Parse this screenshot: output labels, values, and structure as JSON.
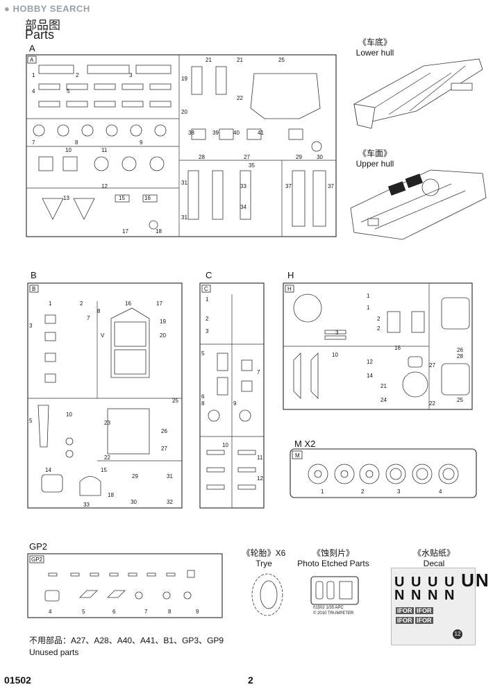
{
  "watermark": "HOBBY SEARCH",
  "header": {
    "title_zh": "部品图",
    "title_en": "Parts"
  },
  "sprues": {
    "A": "A",
    "B": "B",
    "C": "C",
    "H": "H",
    "M": "M X2",
    "GP2": "GP2"
  },
  "hull": {
    "lower_zh": "《车底》",
    "lower_en": "Lower hull",
    "upper_zh": "《车面》",
    "upper_en": "Upper hull"
  },
  "extras": {
    "tire_zh": "《轮胎》X6",
    "tire_en": "Trye",
    "pe_zh": "《蚀刻片》",
    "pe_en": "Photo Etched Parts",
    "decal_zh": "《水贴纸》",
    "decal_en": "Decal",
    "pe_code": "01502    1/35  APC",
    "pe_copy": "© 2010  TRUMPETER"
  },
  "decal": {
    "row1": [
      "U",
      "U",
      "U",
      "U",
      "UN"
    ],
    "row2": [
      "N",
      "N",
      "N",
      "N"
    ],
    "ifor": [
      "IFOR",
      "IFOR",
      "IFOR",
      "IFOR"
    ],
    "badge": "12"
  },
  "unused": {
    "zh": "不用部品：A27、A28、A40、A41、B1、GP3、GP9",
    "en": "Unused parts"
  },
  "footer": {
    "code": "01502",
    "page": "2"
  }
}
